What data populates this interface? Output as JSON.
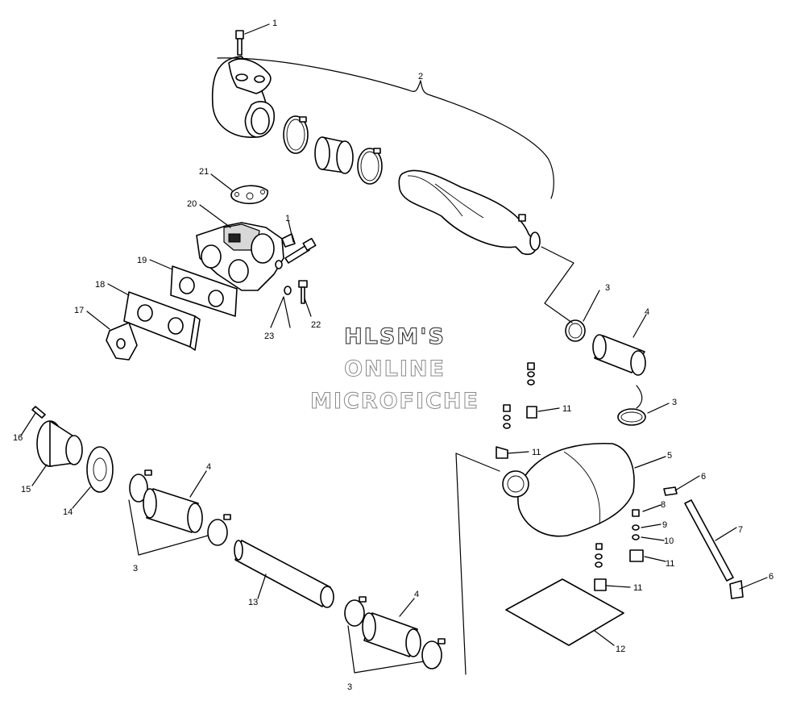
{
  "watermark": {
    "line1": "HLSM'S",
    "line2": "ONLINE",
    "line3": "MICROFICHE"
  },
  "callouts": [
    {
      "id": "c1a",
      "text": "1"
    },
    {
      "id": "c2",
      "text": "2"
    },
    {
      "id": "c21",
      "text": "21"
    },
    {
      "id": "c20",
      "text": "20"
    },
    {
      "id": "c1b",
      "text": "1"
    },
    {
      "id": "c19",
      "text": "19"
    },
    {
      "id": "c18",
      "text": "18"
    },
    {
      "id": "c17",
      "text": "17"
    },
    {
      "id": "c23",
      "text": "23"
    },
    {
      "id": "c22",
      "text": "22"
    },
    {
      "id": "c3a",
      "text": "3"
    },
    {
      "id": "c4a",
      "text": "4"
    },
    {
      "id": "c3b",
      "text": "3"
    },
    {
      "id": "c11a",
      "text": "11"
    },
    {
      "id": "c11b",
      "text": "11"
    },
    {
      "id": "c5",
      "text": "5"
    },
    {
      "id": "c6a",
      "text": "6"
    },
    {
      "id": "c8",
      "text": "8"
    },
    {
      "id": "c7",
      "text": "7"
    },
    {
      "id": "c9",
      "text": "9"
    },
    {
      "id": "c10",
      "text": "10"
    },
    {
      "id": "c11c",
      "text": "11"
    },
    {
      "id": "c6b",
      "text": "6"
    },
    {
      "id": "c11d",
      "text": "11"
    },
    {
      "id": "c12",
      "text": "12"
    },
    {
      "id": "c16",
      "text": "16"
    },
    {
      "id": "c15",
      "text": "15"
    },
    {
      "id": "c14",
      "text": "14"
    },
    {
      "id": "c4b",
      "text": "4"
    },
    {
      "id": "c3c",
      "text": "3"
    },
    {
      "id": "c13",
      "text": "13"
    },
    {
      "id": "c4c",
      "text": "4"
    },
    {
      "id": "c3d",
      "text": "3"
    }
  ]
}
